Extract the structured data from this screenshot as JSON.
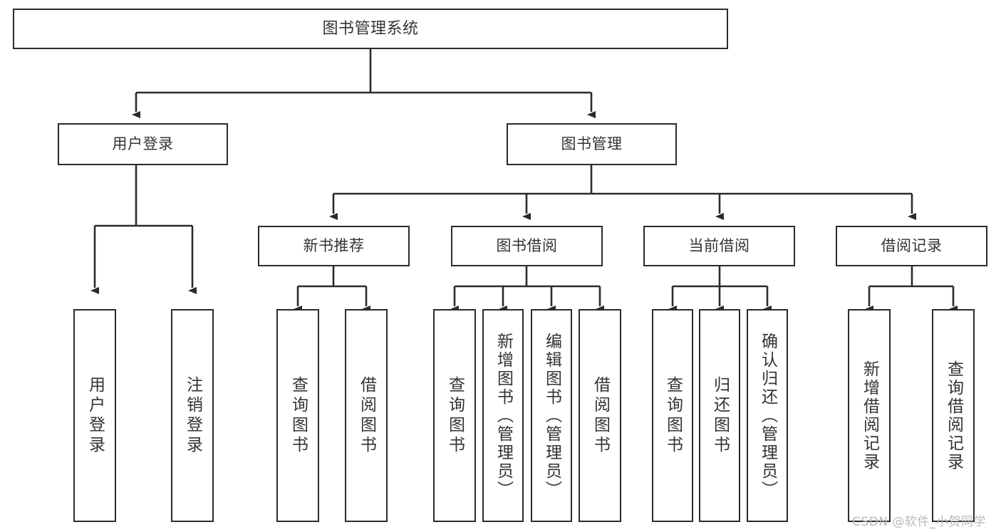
{
  "diagram": {
    "title": "图书管理系统",
    "type": "tree-hierarchy-chart",
    "stroke_color": "#2b2b2b",
    "text_color": "#333333",
    "background_color": "#ffffff"
  },
  "root": {
    "label": "图书管理系统"
  },
  "level2": [
    {
      "label": "用户登录"
    },
    {
      "label": "图书管理"
    }
  ],
  "level3": [
    {
      "label": "新书推荐"
    },
    {
      "label": "图书借阅"
    },
    {
      "label": "当前借阅"
    },
    {
      "label": "借阅记录"
    }
  ],
  "leaves": {
    "user_login": [
      {
        "label": "用户登录"
      },
      {
        "label": "注销登录"
      }
    ],
    "new_book_recommend": [
      {
        "label": "查询图书"
      },
      {
        "label": "借阅图书"
      }
    ],
    "book_borrow": [
      {
        "label": "查询图书"
      },
      {
        "label": "新增图书（管理员）"
      },
      {
        "label": "编辑图书（管理员）"
      },
      {
        "label": "借阅图书"
      }
    ],
    "current_borrow": [
      {
        "label": "查询图书"
      },
      {
        "label": "归还图书"
      },
      {
        "label": "确认归还（管理员）"
      }
    ],
    "borrow_record": [
      {
        "label": "新增借阅记录"
      },
      {
        "label": "查询借阅记录"
      }
    ]
  },
  "watermark": {
    "text": "CSDN @软件_小贺同学"
  }
}
